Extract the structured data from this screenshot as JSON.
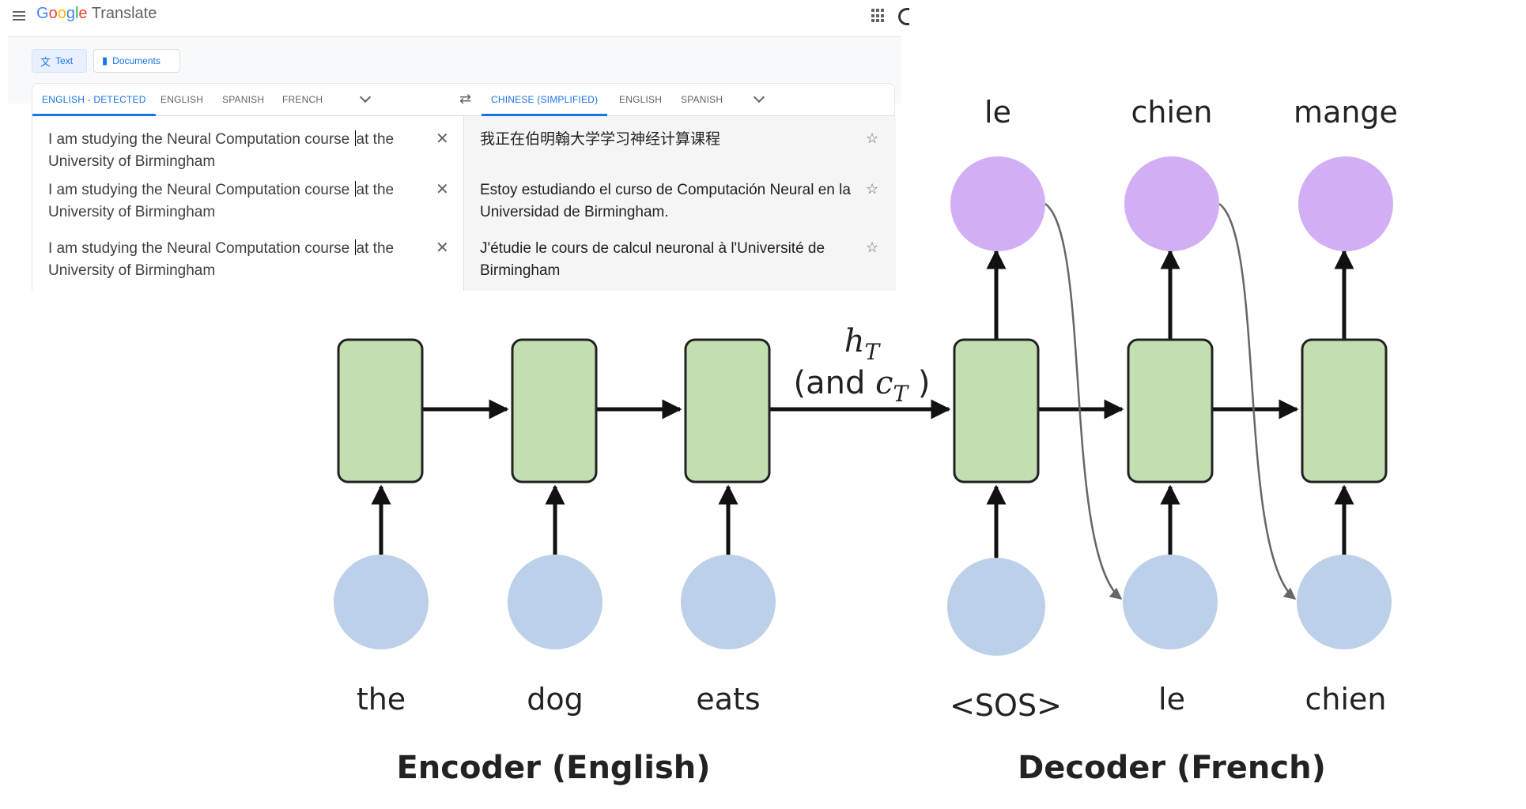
{
  "translate": {
    "app_name_google": [
      "G",
      "o",
      "o",
      "g",
      "l",
      "e"
    ],
    "app_name_suffix": "Translate",
    "modes": [
      {
        "label": "Text",
        "icon": "translate-icon"
      },
      {
        "label": "Documents",
        "icon": "document-icon"
      }
    ],
    "source_tabs": [
      "ENGLISH - DETECTED",
      "ENGLISH",
      "SPANISH",
      "FRENCH"
    ],
    "target_tabs": [
      "CHINESE (SIMPLIFIED)",
      "ENGLISH",
      "SPANISH"
    ],
    "rows": [
      {
        "source_before": "I am studying the Neural Computation course",
        "source_after": "at the University of Birmingham",
        "target": "我正在伯明翰大学学习神经计算课程"
      },
      {
        "source_before": "I am studying the Neural Computation course",
        "source_after": "at the University of Birmingham",
        "target": "Estoy estudiando el curso de Computación Neural en la Universidad de Birmingham."
      },
      {
        "source_before": "I am studying the Neural Computation course",
        "source_after": "at the University of Birmingham",
        "target": "J'étudie le cours de calcul neuronal à l'Université de Birmingham"
      }
    ]
  },
  "diagram": {
    "context_label_h": "h",
    "context_label_h_sub": "T",
    "context_label_and": "(and ",
    "context_label_c": "c",
    "context_label_c_sub": "T",
    "context_label_close": " )",
    "encoder_inputs": [
      "the",
      "dog",
      "eats"
    ],
    "decoder_inputs": [
      "<SOS>",
      "le",
      "chien"
    ],
    "decoder_outputs": [
      "le",
      "chien",
      "mange"
    ],
    "encoder_caption": "Encoder (English)",
    "decoder_caption": "Decoder (French)",
    "colors": {
      "cell": "#c3deb0",
      "input": "#bcd0e9",
      "output": "#d2aff5",
      "arrow": "#111111",
      "feedback": "#666666"
    }
  }
}
